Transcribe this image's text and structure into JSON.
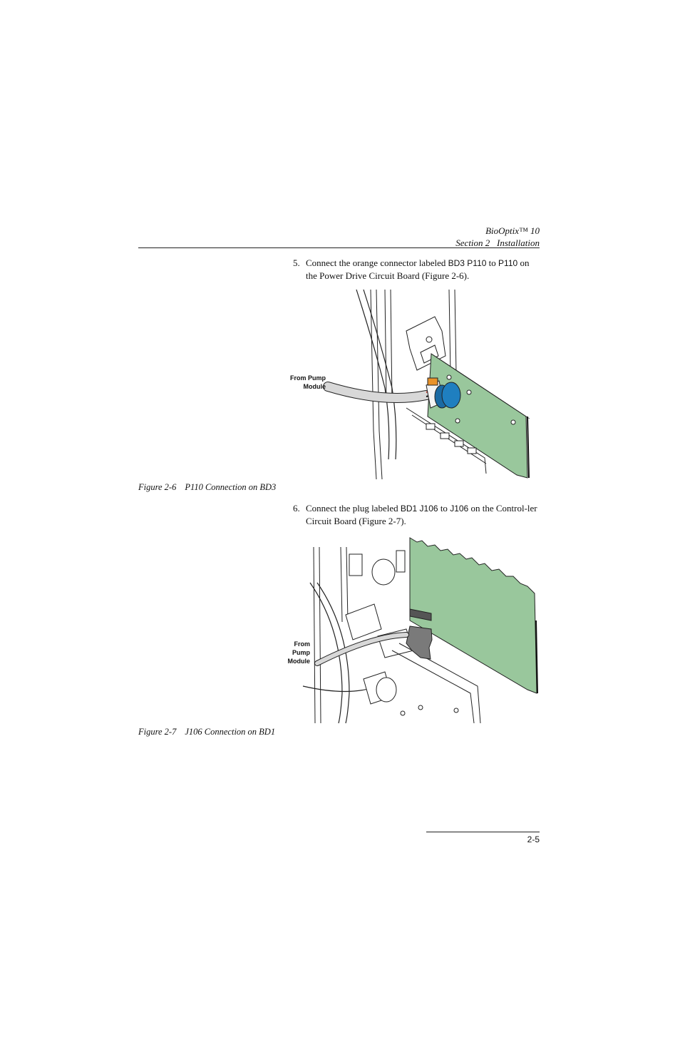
{
  "header": {
    "product": "BioOptix™ 10",
    "section": "Section 2   Installation"
  },
  "steps": [
    {
      "number": "5.",
      "text_before": "Connect the orange connector labeled ",
      "code1": "BD3 P110",
      "text_mid": " to ",
      "code2": "P110",
      "text_after": " on the Power Drive Circuit Board (Figure 2-6)."
    },
    {
      "number": "6.",
      "text_before": "Connect the plug labeled ",
      "code1": "BD1 J106",
      "text_mid": " to ",
      "code2": "J106",
      "text_after": " on the Control-ler Circuit Board (Figure 2-7)."
    }
  ],
  "figures": [
    {
      "caption_number": "Figure 2-6",
      "caption_title": "P110 Connection on BD3",
      "callout_line1": "From Pump",
      "callout_line2": "Module"
    },
    {
      "caption_number": "Figure 2-7",
      "caption_title": "J106 Connection on BD1",
      "callout_line1": "From",
      "callout_line2": "Pump",
      "callout_line3": "Module"
    }
  ],
  "colors": {
    "board_green": "#99c79c",
    "connector_blue": "#1f7fc0",
    "connector_orange": "#e8922a",
    "plug_gray": "#7a7a7a"
  },
  "footer": {
    "page_number": "2-5"
  }
}
